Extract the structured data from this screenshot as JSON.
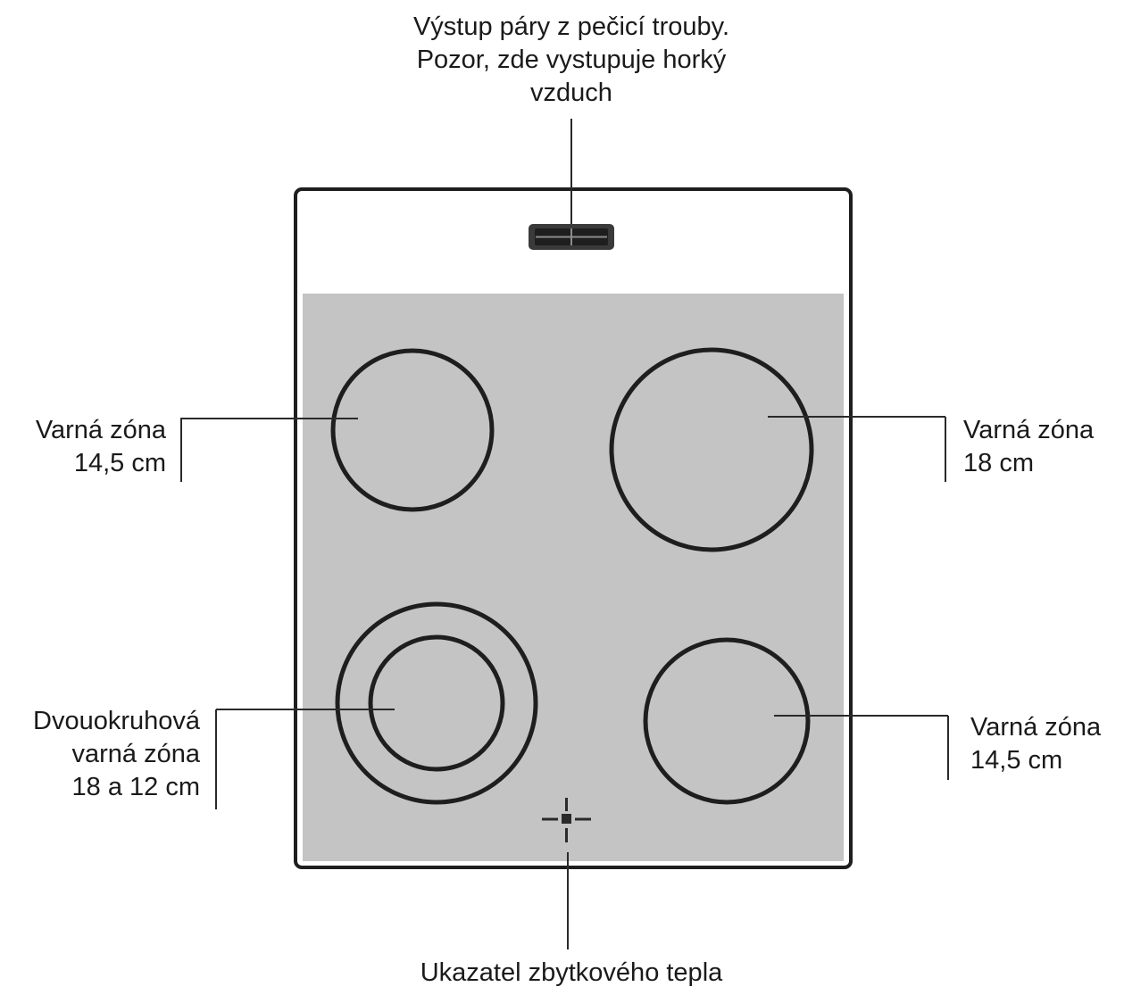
{
  "labels": {
    "steam_outlet": [
      "Výstup páry z pečicí trouby.",
      "Pozor, zde vystupuje horký",
      "vzduch"
    ],
    "zone_top_left": [
      "Varná zóna",
      "14,5 cm"
    ],
    "zone_top_right": [
      "Varná zóna",
      "18 cm"
    ],
    "zone_dual": [
      "Dvouokruhová",
      "varná zóna",
      "18 a 12 cm"
    ],
    "zone_bottom_right": [
      "Varná zóna",
      "14,5 cm"
    ],
    "residual_heat": [
      "Ukazatel zbytkového tepla"
    ]
  },
  "colors": {
    "panel_fill": "#c4c4c4",
    "outline": "#1e1e1e",
    "background": "#ffffff"
  },
  "icons": {
    "steam_vent": "vent-slot-icon",
    "residual_heat_indicator": "crosshair-indicator-icon"
  }
}
